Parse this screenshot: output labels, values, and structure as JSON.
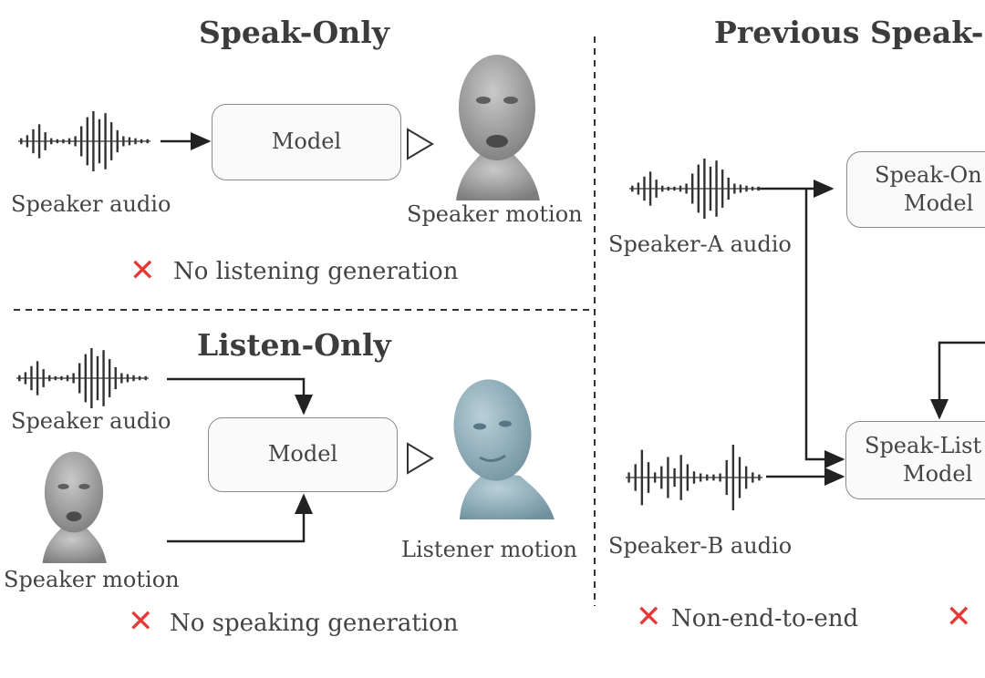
{
  "panels": {
    "speak_only": {
      "title": "Speak-Only",
      "input_label": "Speaker audio",
      "model_label": "Model",
      "output_label": "Speaker motion",
      "limitation": "No listening generation"
    },
    "listen_only": {
      "title": "Listen-Only",
      "audio_label": "Speaker audio",
      "motion_input_label": "Speaker motion",
      "model_label": "Model",
      "output_label": "Listener motion",
      "limitation": "No speaking generation"
    },
    "previous": {
      "title": "Previous Speak-I",
      "speaker_a_label": "Speaker-A audio",
      "speaker_b_label": "Speaker-B audio",
      "speak_only_model_line1": "Speak-On",
      "speak_only_model_line2": "Model",
      "speak_listen_model_line1": "Speak-List",
      "speak_listen_model_line2": "Model",
      "limitation": "Non-end-to-end"
    }
  },
  "colors": {
    "cross": "#e53935",
    "listener_head": "#8fb0bd",
    "speaker_head": "#9a9a9a"
  },
  "icons": [
    "waveform-icon",
    "speaker-head-icon",
    "listener-head-icon",
    "red-cross-icon",
    "hollow-triangle-icon"
  ]
}
